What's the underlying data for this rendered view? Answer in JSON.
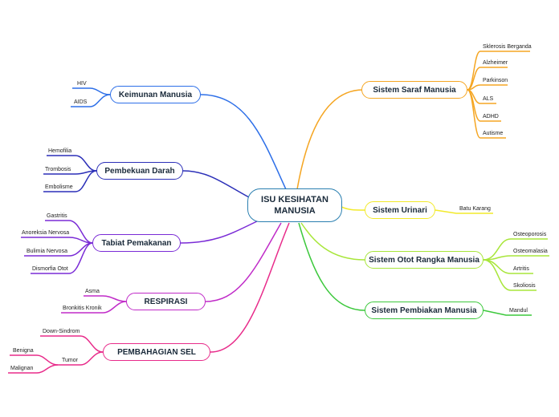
{
  "center": {
    "title_line1": "ISU KESIHATAN",
    "title_line2": "MANUSIA"
  },
  "branches": [
    {
      "label": "Sistem Saraf Manusia",
      "color": "#f5a623",
      "leaves": [
        "Sklerosis Berganda",
        "Alzheimer",
        "Parkinson",
        "ALS",
        "ADHD",
        "Autisme"
      ]
    },
    {
      "label": "Sistem Urinari",
      "color": "#f2ea2a",
      "leaves": [
        "Batu Karang"
      ]
    },
    {
      "label": "Sistem Otot Rangka Manusia",
      "color": "#a8e63a",
      "leaves": [
        "Osteoporosis",
        "Osteomalasia",
        "Artritis",
        "Skoliosis"
      ]
    },
    {
      "label": "Sistem Pembiakan Manusia",
      "color": "#3cc83c",
      "leaves": [
        "Mandul"
      ]
    },
    {
      "label": "Keimunan Manusia",
      "color": "#2d6fe8",
      "leaves": [
        "HIV",
        "AIDS"
      ]
    },
    {
      "label": "Pembekuan Darah",
      "color": "#2b2fb8",
      "leaves": [
        "Hemofilia",
        "Trombosis",
        "Embolisme"
      ]
    },
    {
      "label": "Tabiat Pemakanan",
      "color": "#7a2bd6",
      "leaves": [
        "Gastritis",
        "Anoreksia Nervosa",
        "Bulimia Nervosa",
        "Dismorfia Otot"
      ]
    },
    {
      "label": "RESPIRASI",
      "color": "#c02bc8",
      "leaves": [
        "Asma",
        "Bronkitis Kronik"
      ]
    },
    {
      "label": "PEMBAHAGIAN SEL",
      "color": "#e82b8a",
      "leaves": [
        "Down-Sindrom",
        "Tumor"
      ],
      "subleaves": [
        "Benigna",
        "Malignan"
      ]
    }
  ]
}
